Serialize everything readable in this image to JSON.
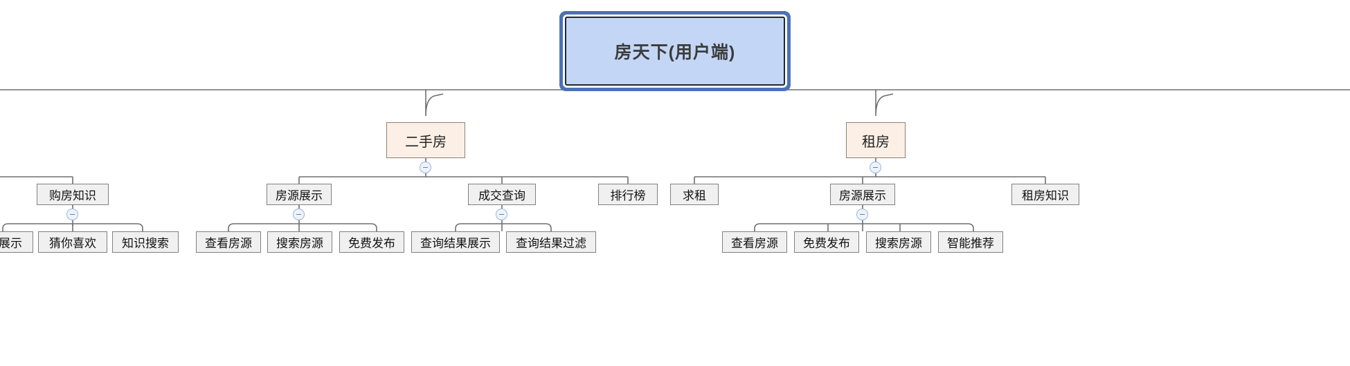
{
  "diagram": {
    "title": "房天下(用户端)",
    "type": "mind-map",
    "colors": {
      "root_fill": "#c3d6f5",
      "root_ring": "#4a72b8",
      "branch_fill": "#fcf0e6",
      "branch_stroke": "#8c8177",
      "item_fill": "#f0f0f0",
      "item_stroke": "#808080",
      "connector": "#6e6e6e",
      "toggle_stroke": "#9bb4da"
    }
  },
  "root": {
    "label": "房天下(用户端)"
  },
  "branches": [
    {
      "id": "ershoufang",
      "label": "二手房",
      "toggle": "collapse-minus"
    },
    {
      "id": "zufang",
      "label": "租房",
      "toggle": "collapse-minus"
    }
  ],
  "categories": [
    {
      "id": "gou-fang-zhi-shi",
      "label": "购房知识",
      "toggle": "collapse-minus"
    },
    {
      "id": "fang-yuan-zhan-shi-1",
      "label": "房源展示",
      "toggle": "collapse-minus"
    },
    {
      "id": "cheng-jiao-cha-xun",
      "label": "成交查询",
      "toggle": "collapse-minus"
    },
    {
      "id": "pai-hang-bang",
      "label": "排行榜",
      "toggle": null
    },
    {
      "id": "qiu-zu",
      "label": "求租",
      "toggle": null
    },
    {
      "id": "fang-yuan-zhan-shi-2",
      "label": "房源展示",
      "toggle": "collapse-minus"
    },
    {
      "id": "zu-fang-zhi-shi",
      "label": "租房知识",
      "toggle": null
    }
  ],
  "leaves": [
    {
      "id": "zhan-shi",
      "label": "展示",
      "parent": "gou-fang-zhi-shi"
    },
    {
      "id": "cai-ni-xi-huan",
      "label": "猜你喜欢",
      "parent": "gou-fang-zhi-shi"
    },
    {
      "id": "zhi-shi-sou-suo",
      "label": "知识搜索",
      "parent": "gou-fang-zhi-shi"
    },
    {
      "id": "cha-kan-fang-yuan-1",
      "label": "查看房源",
      "parent": "fang-yuan-zhan-shi-1"
    },
    {
      "id": "sou-suo-fang-yuan-1",
      "label": "搜索房源",
      "parent": "fang-yuan-zhan-shi-1"
    },
    {
      "id": "mian-fei-fa-bu-1",
      "label": "免费发布",
      "parent": "fang-yuan-zhan-shi-1"
    },
    {
      "id": "cha-xun-jie-guo-zhan-shi",
      "label": "查询结果展示",
      "parent": "cheng-jiao-cha-xun"
    },
    {
      "id": "cha-xun-jie-guo-guo-lv",
      "label": "查询结果过滤",
      "parent": "cheng-jiao-cha-xun"
    },
    {
      "id": "cha-kan-fang-yuan-2",
      "label": "查看房源",
      "parent": "fang-yuan-zhan-shi-2"
    },
    {
      "id": "mian-fei-fa-bu-2",
      "label": "免费发布",
      "parent": "fang-yuan-zhan-shi-2"
    },
    {
      "id": "sou-suo-fang-yuan-2",
      "label": "搜索房源",
      "parent": "fang-yuan-zhan-shi-2"
    },
    {
      "id": "zhi-neng-tui-jian",
      "label": "智能推荐",
      "parent": "fang-yuan-zhan-shi-2"
    }
  ]
}
